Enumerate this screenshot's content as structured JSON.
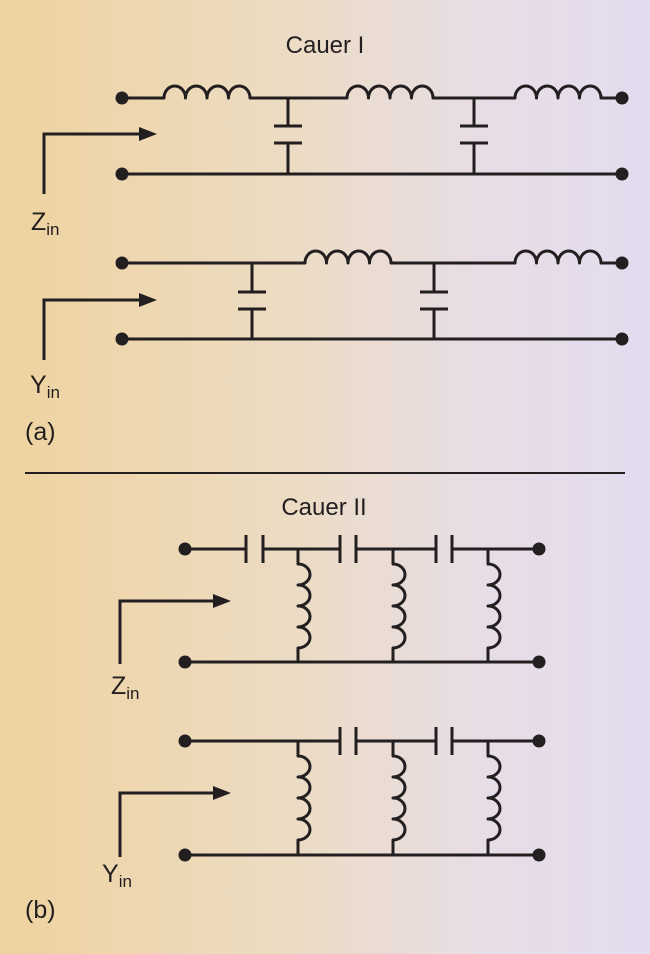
{
  "figure": {
    "part_a": {
      "title": "Cauer I",
      "panel_label": "(a)",
      "impedance_network": {
        "symbol": "Z",
        "subscript": "in"
      },
      "admittance_network": {
        "symbol": "Y",
        "subscript": "in"
      }
    },
    "part_b": {
      "title": "Cauer II",
      "panel_label": "(b)",
      "impedance_network": {
        "symbol": "Z",
        "subscript": "in"
      },
      "admittance_network": {
        "symbol": "Y",
        "subscript": "in"
      }
    }
  },
  "colors": {
    "ink": "#231f20",
    "background_left": "#efd39f",
    "background_right": "#e4dcef"
  }
}
